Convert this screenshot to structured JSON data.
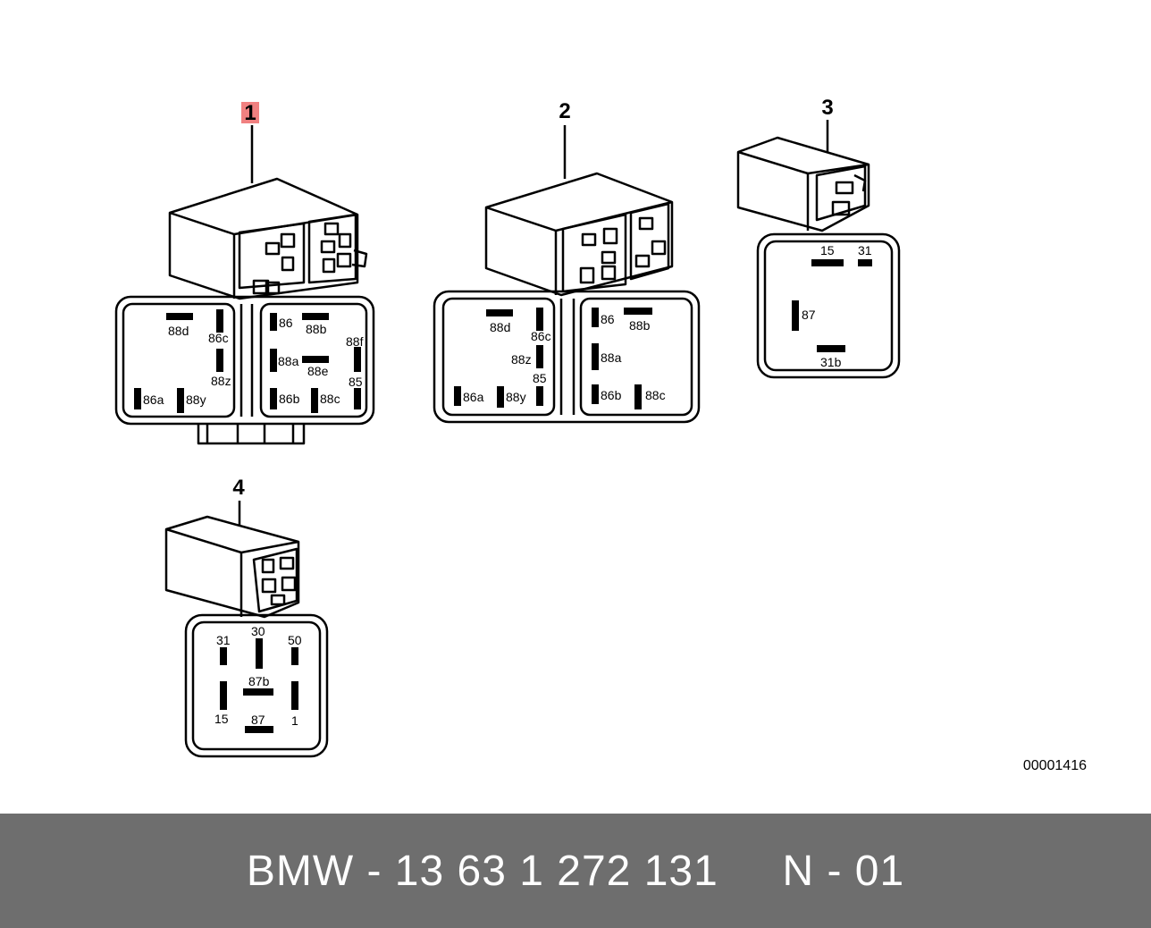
{
  "highlight_color": "#f08080",
  "footer": {
    "text": "BMW - 13 63 1 272 131     N - 01",
    "background": "#6e6e6e"
  },
  "diagram_code": "00001416",
  "items": [
    {
      "callout": "1",
      "highlighted": true,
      "pins_left": [
        "88d",
        "86c",
        "88z",
        "86a",
        "88y"
      ],
      "pins_right": [
        "86",
        "88b",
        "88f",
        "88a",
        "88e",
        "86b",
        "88c",
        "85"
      ]
    },
    {
      "callout": "2",
      "highlighted": false,
      "pins_left": [
        "88d",
        "86c",
        "88z",
        "85",
        "86a",
        "88y"
      ],
      "pins_right": [
        "86",
        "88b",
        "88a",
        "86b",
        "88c"
      ]
    },
    {
      "callout": "3",
      "highlighted": false,
      "pins": [
        "15",
        "31",
        "87",
        "31b"
      ]
    },
    {
      "callout": "4",
      "highlighted": false,
      "pins": [
        "31",
        "30",
        "50",
        "87b",
        "15",
        "87",
        "1"
      ]
    }
  ]
}
